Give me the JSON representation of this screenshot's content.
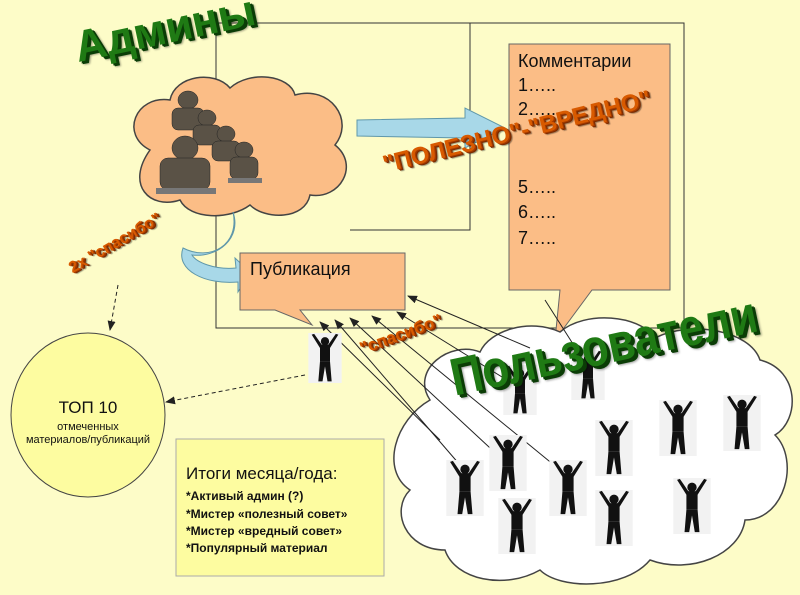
{
  "colors": {
    "background": "#fdfcc8",
    "callout_fill": "#fbbd86",
    "wordart_green": "#1f7a14",
    "wordart_orange": "#d85a00",
    "arrow_blue": "#a8d8e8"
  },
  "wordart": {
    "admins": "Админы",
    "users": "Пользователи",
    "useful_harmful": "\"ПОЛЕЗНО\"-\"ВРЕДНО\"",
    "thanks_2x": "2x \"спасибо\"",
    "thanks": "\"спасибо\""
  },
  "comments_box": {
    "title": "Комментарии",
    "items": [
      "1…..",
      "2…..",
      "5…..",
      "6…..",
      "7….."
    ]
  },
  "publication_box": {
    "label": "Публикация"
  },
  "top10": {
    "title": "ТОП 10",
    "subtitle_line1": "отмеченных",
    "subtitle_line2": "материалов/публикаций"
  },
  "summary": {
    "title": "Итоги месяца/года:",
    "items": [
      "*Активый админ (?)",
      "*Мистер «полезный совет»",
      "*Мистер «вредный совет»",
      "*Популярный материал"
    ]
  },
  "icons": {
    "admins_image": "buddha-statues-icon",
    "user_figure": "person-arms-raised-icon"
  }
}
